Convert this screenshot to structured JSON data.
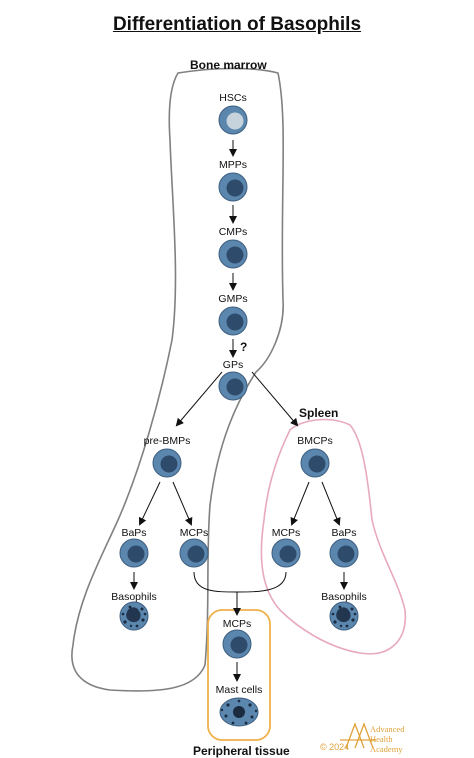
{
  "title": "Differentiation of Basophils",
  "regions": {
    "bone_marrow": "Bone marrow",
    "spleen": "Spleen",
    "peripheral": "Peripheral tissue"
  },
  "cells": {
    "hscs": "HSCs",
    "mpps": "MPPs",
    "cmps": "CMPs",
    "gmps": "GMPs",
    "gps": "GPs",
    "pre_bmps": "pre-BMPs",
    "bmcps": "BMCPs",
    "baps_left": "BaPs",
    "mcps_left": "MCPs",
    "mcps_right": "MCPs",
    "baps_right": "BaPs",
    "basophils_left": "Basophils",
    "basophils_right": "Basophils",
    "mcps_bottom": "MCPs",
    "mast_cells": "Mast cells"
  },
  "question_mark": "?",
  "logo": {
    "year": "© 2024",
    "brand": "Advanced\nHealth\nAcademy"
  },
  "colors": {
    "cell_outer": "#5b86ad",
    "cell_nucleus": "#2f4b6b",
    "hsc_nucleus": "#c7d3dc",
    "bone_marrow_outline": "#808080",
    "spleen_outline": "#e8a9c0",
    "peripheral_outline": "#f0b04a",
    "logo": "#e0a23a"
  }
}
